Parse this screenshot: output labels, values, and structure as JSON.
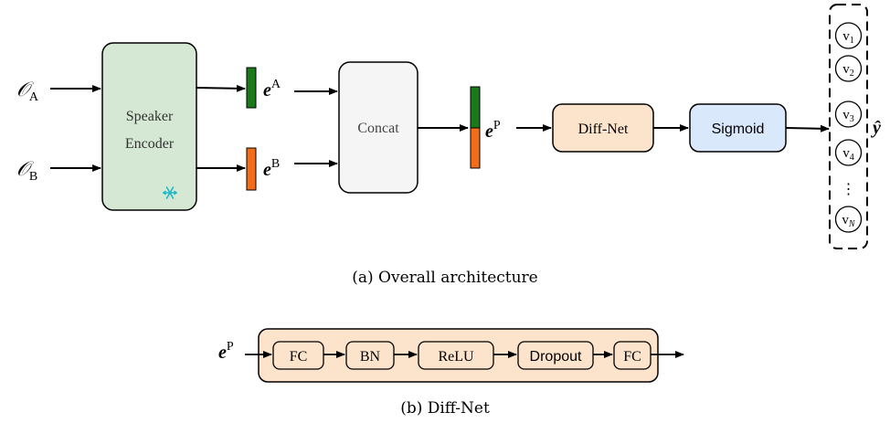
{
  "inputs": {
    "a_symbol": "𝒪",
    "a_sub": "A",
    "b_symbol": "𝒪",
    "b_sub": "B"
  },
  "encoder": {
    "line1": "Speaker",
    "line2": "Encoder",
    "frozen_icon": "snowflake-icon"
  },
  "embeddings": {
    "e_symbol": "e",
    "ea_sup": "A",
    "eb_sup": "B",
    "ep_sup": "P"
  },
  "concat_label": "Concat",
  "diffnet_label": "Diff-Net",
  "sigmoid_label": "Sigmoid",
  "outputs": {
    "nodes": [
      {
        "base": "v",
        "sub": "1"
      },
      {
        "base": "v",
        "sub": "2"
      },
      {
        "base": "v",
        "sub": "3"
      },
      {
        "base": "v",
        "sub": "4"
      },
      {
        "base": "v",
        "sub": "N"
      }
    ],
    "ellipsis": "⋮",
    "y_hat": "ŷ"
  },
  "caption_a": "(a) Overall architecture",
  "diffnet_detail": {
    "input_symbol": "e",
    "input_sup": "P",
    "layers": [
      "FC",
      "BN",
      "ReLU",
      "Dropout",
      "FC"
    ]
  },
  "caption_b": "(b) Diff-Net",
  "colors": {
    "green_bar": "#1a7a1a",
    "orange_bar": "#f26c1a",
    "encoder_fill": "#d5e8d4",
    "concat_fill": "#f5f5f5",
    "diffnet_fill": "#fce3cc",
    "sigmoid_fill": "#dae8fc",
    "snowflake": "#1fb7c9"
  }
}
